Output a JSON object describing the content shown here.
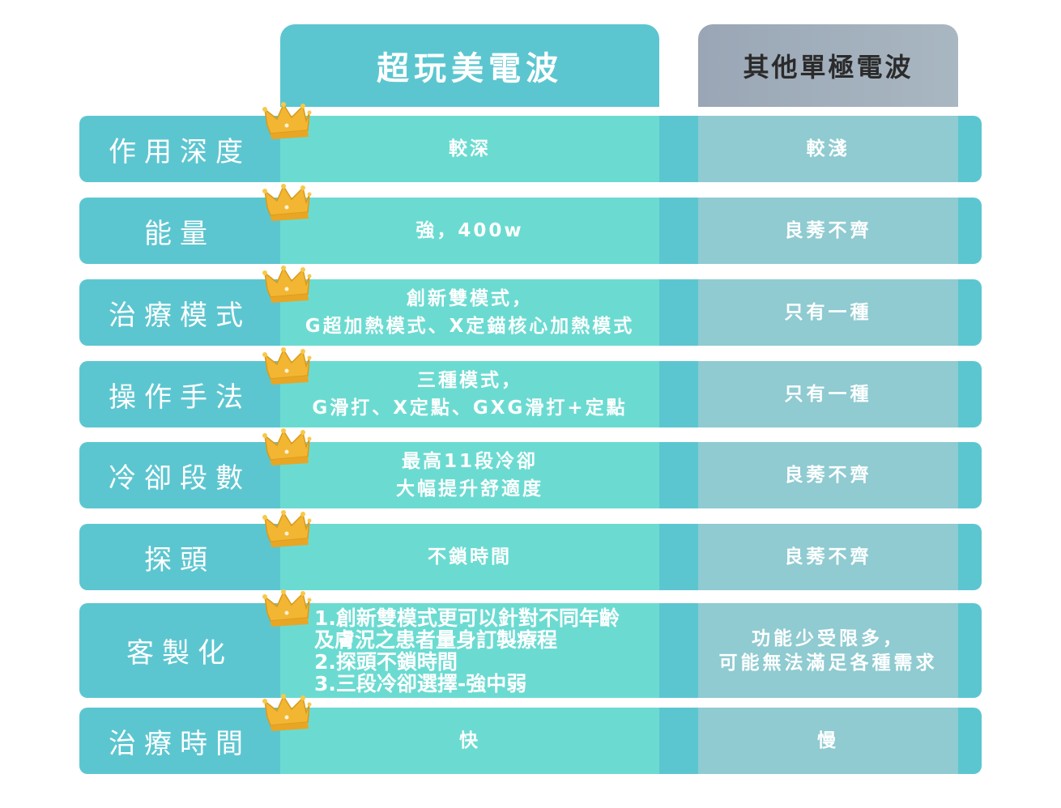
{
  "header": {
    "main": "超玩美電波",
    "other": "其他單極電波"
  },
  "rows": [
    {
      "label": "作用深度",
      "main": "較深",
      "other": "較淺"
    },
    {
      "label": "能量",
      "main": "強，400w",
      "other": "良莠不齊"
    },
    {
      "label": "治療模式",
      "main": "創新雙模式，\nG超加熱模式、X定錨核心加熱模式",
      "other": "只有一種"
    },
    {
      "label": "操作手法",
      "main": "三種模式，\nG滑打、X定點、GXG滑打+定點",
      "other": "只有一種"
    },
    {
      "label": "冷卻段數",
      "main": "最高11段冷卻\n大幅提升舒適度",
      "other": "良莠不齊"
    },
    {
      "label": "探頭",
      "main": "不鎖時間",
      "other": "良莠不齊"
    },
    {
      "label": "客製化",
      "main": "1.創新雙模式更可以針對不同年齡\n  及膚況之患者量身訂製療程\n2.探頭不鎖時間\n3.三段冷卻選擇-強中弱",
      "other": "功能少受限多，\n可能無法滿足各種需求"
    },
    {
      "label": "治療時間",
      "main": "快",
      "other": "慢"
    }
  ],
  "icons": {
    "crown": "crown-icon"
  },
  "colors": {
    "teal": "#5cc6d0",
    "mint": "#6bdbd1",
    "gray_teal": "#8fcbd1",
    "crown_gold": "#f2b632"
  }
}
